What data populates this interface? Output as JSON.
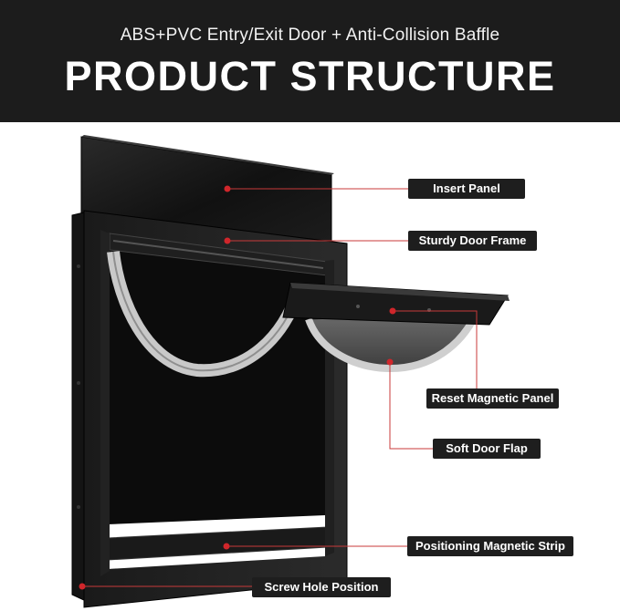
{
  "header": {
    "subtitle": "ABS+PVC Entry/Exit Door + Anti-Collision Baffle",
    "title": "PRODUCT STRUCTURE"
  },
  "callouts": [
    {
      "id": "insert-panel",
      "label": "Insert Panel"
    },
    {
      "id": "sturdy-door-frame",
      "label": "Sturdy Door Frame"
    },
    {
      "id": "reset-magnetic-panel",
      "label": "Reset Magnetic Panel"
    },
    {
      "id": "soft-door-flap",
      "label": "Soft Door Flap"
    },
    {
      "id": "positioning-magnetic-strip",
      "label": "Positioning Magnetic Strip"
    },
    {
      "id": "screw-hole-position",
      "label": "Screw Hole Position"
    }
  ],
  "colors": {
    "header_bg": "#1c1c1c",
    "label_bg": "#1e1e1e",
    "callout_line": "#c83a3a",
    "callout_dot": "#d0262b"
  }
}
